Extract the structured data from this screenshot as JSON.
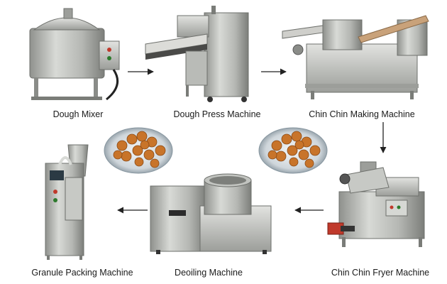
{
  "steps": [
    {
      "label": "Dough Mixer"
    },
    {
      "label": "Dough Press Machine"
    },
    {
      "label": "Chin Chin Making Machine"
    },
    {
      "label": "Chin Chin Fryer Machine"
    },
    {
      "label": "Deoiling Machine"
    },
    {
      "label": "Granule Packing Machine"
    }
  ],
  "colors": {
    "steel_light": "#d9d9d6",
    "steel_mid": "#a9aba8",
    "steel_dark": "#6e706c",
    "arrow": "#222222",
    "snack": "#c8742a",
    "snack_dark": "#8a4a16",
    "plate": "#dfe3e6",
    "motor_red": "#c0392b"
  }
}
